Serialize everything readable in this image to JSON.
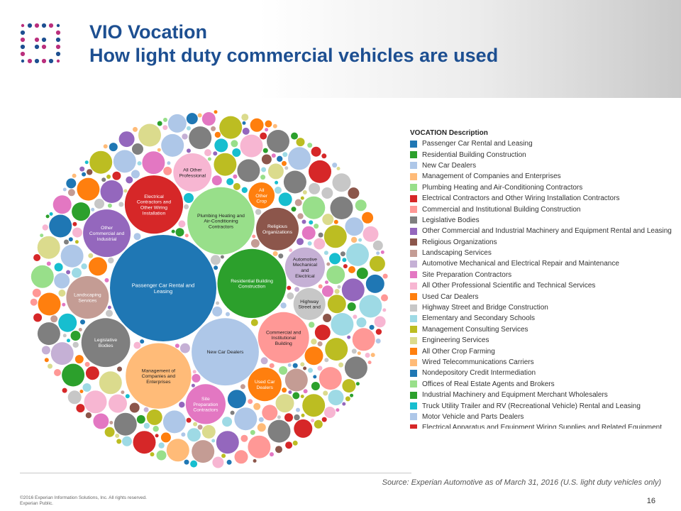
{
  "header": {
    "title": "VIO Vocation",
    "subtitle": "How light duty commercial vehicles are used"
  },
  "chart_data": {
    "type": "bubble",
    "title": "",
    "legend_title": "VOCATION Description",
    "legend_position": "right",
    "categories": [
      {
        "name": "Passenger Car Rental and Leasing",
        "color": "#1f77b4",
        "label": "Passenger Car Rental and Leasing",
        "size": 100
      },
      {
        "name": "Residential Building Construction",
        "color": "#2ca02c",
        "label": "Residential Building Construction",
        "size": 42
      },
      {
        "name": "New Car Dealers",
        "color": "#aec7e8",
        "label": "New Car Dealers",
        "size": 40
      },
      {
        "name": "Management of Companies and Enterprises",
        "color": "#ffbb78",
        "label": "Management of Companies and Enterprises",
        "size": 38
      },
      {
        "name": "Plumbing  Heating  and Air-Conditioning Contractors",
        "color": "#98df8a",
        "label": "Plumbing  Heating  and Air-Conditioning Contractors",
        "size": 40
      },
      {
        "name": "Electrical Contractors and Other Wiring Installation Contractors",
        "color": "#d62728",
        "label": "Electrical Contractors and Other Wiring Installation",
        "size": 30
      },
      {
        "name": "Commercial and Institutional Building Construction",
        "color": "#ff9896",
        "label": "Commercial and Institutional Building",
        "size": 23
      },
      {
        "name": "Legislative Bodies",
        "color": "#7f7f7f",
        "label": "Legislative Bodies",
        "size": 21
      },
      {
        "name": "Other Commercial and Industrial Machinery and Equipment Rental and Leasing",
        "color": "#9467bd",
        "label": "Other Commercial and Industrial",
        "size": 20
      },
      {
        "name": "Religious Organizations",
        "color": "#8c564b",
        "label": "Religious Organizations",
        "size": 16
      },
      {
        "name": "Landscaping Services",
        "color": "#c49c94",
        "label": "Landscaping Services",
        "size": 16
      },
      {
        "name": "Automotive Mechanical and Electrical Repair and Maintenance",
        "color": "#c5b0d5",
        "label": "Automotive Mechanical and Electrical",
        "size": 14
      },
      {
        "name": "Site Preparation Contractors",
        "color": "#e377c2",
        "label": "Site Preparation Contractors",
        "size": 14
      },
      {
        "name": "All Other Professional  Scientific  and Technical Services",
        "color": "#f7b6d2",
        "label": "All Other Professional",
        "size": 13
      },
      {
        "name": "Used Car Dealers",
        "color": "#ff7f0e",
        "label": "Used Car Dealers",
        "size": 10
      },
      {
        "name": "Highway  Street  and Bridge Construction",
        "color": "#c7c7c7",
        "label": "Highway Street and",
        "size": 9
      },
      {
        "name": "Elementary and Secondary Schools",
        "color": "#9edae5",
        "label": "",
        "size": 0
      },
      {
        "name": "Management Consulting Services",
        "color": "#bcbd22",
        "label": "",
        "size": 0
      },
      {
        "name": "Engineering Services",
        "color": "#dbdb8d",
        "label": "",
        "size": 0
      },
      {
        "name": "All Other Crop Farming",
        "color": "#ff7f0e",
        "label": "All Other Crop",
        "size": 6
      },
      {
        "name": "Wired Telecommunications Carriers",
        "color": "#ffbb78",
        "label": "",
        "size": 0
      },
      {
        "name": "Nondepository Credit Intermediation",
        "color": "#1f77b4",
        "label": "",
        "size": 0
      },
      {
        "name": "Offices of Real Estate Agents and Brokers",
        "color": "#98df8a",
        "label": "",
        "size": 0
      },
      {
        "name": "Industrial Machinery and Equipment Merchant Wholesalers",
        "color": "#2ca02c",
        "label": "",
        "size": 0
      },
      {
        "name": "Truck  Utility Trailer  and RV (Recreational Vehicle) Rental and Leasing",
        "color": "#17becf",
        "label": "",
        "size": 0
      },
      {
        "name": "Motor Vehicle and Parts Dealers",
        "color": "#aec7e8",
        "label": "",
        "size": 0
      },
      {
        "name": "Electrical Apparatus and Equipment  Wiring Supplies  and Related Equipment",
        "color": "#d62728",
        "label": "",
        "size": 0
      }
    ]
  },
  "palette": [
    "#1f77b4",
    "#aec7e8",
    "#ff7f0e",
    "#ffbb78",
    "#2ca02c",
    "#98df8a",
    "#d62728",
    "#ff9896",
    "#9467bd",
    "#c5b0d5",
    "#8c564b",
    "#c49c94",
    "#e377c2",
    "#f7b6d2",
    "#7f7f7f",
    "#c7c7c7",
    "#bcbd22",
    "#dbdb8d",
    "#17becf",
    "#9edae5"
  ],
  "footer": {
    "source": "Source: Experian Automotive as of March 31, 2016  (U.S. light duty vehicles only)",
    "copyright_line1": "©2016  Experian Information Solutions, Inc. All rights reserved.",
    "copyright_line2": "Experian Public.",
    "page_number": "16"
  }
}
